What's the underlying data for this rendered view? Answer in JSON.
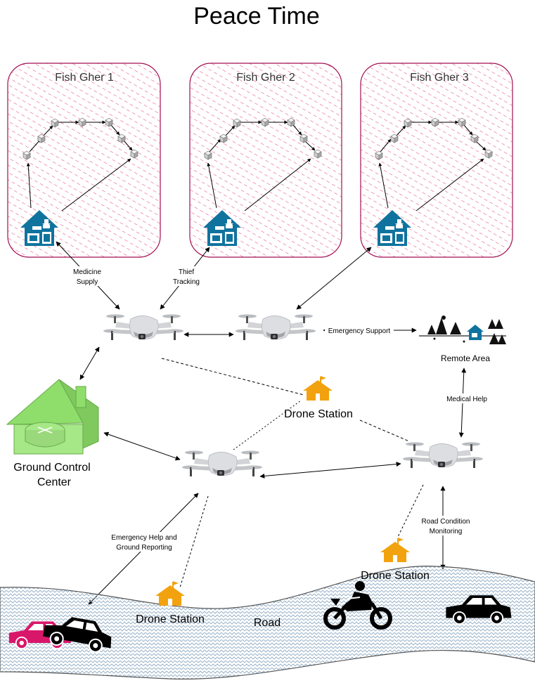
{
  "title": "Peace Time",
  "fish_ghers": [
    {
      "label": "Fish Gher 1"
    },
    {
      "label": "Fish Gher 2"
    },
    {
      "label": "Fish Gher 3"
    }
  ],
  "edge_labels": {
    "medicine_supply": [
      "Medicine",
      "Supply"
    ],
    "thief_tracking": [
      "Thief",
      "Tracking"
    ],
    "emergency_support": "Emergency Support",
    "medical_help": "Medical Help",
    "emergency_help": [
      "Emergency Help and",
      "Ground Reporting"
    ],
    "road_condition": [
      "Road Condition",
      "Monitoring"
    ]
  },
  "nodes": {
    "remote_area": "Remote Area",
    "ground_control": [
      "Ground Control",
      "Center"
    ],
    "drone_station": "Drone Station",
    "road": "Road"
  },
  "colors": {
    "gher_border": "#a30f52",
    "gher_hatch": "#e02266",
    "house_blue": "#10739e",
    "station_orange": "#f2a20f",
    "gcc_green": "#8fde6b",
    "gcc_stroke": "#66a94a",
    "road_wave": "#9ab3c9",
    "red_car": "#d9176a"
  },
  "icons": [
    "sensor-cube-icon",
    "fish-farm-house-icon",
    "drone-icon",
    "drone-station-icon",
    "ground-control-house-icon",
    "remote-area-icon",
    "car-icon",
    "motorcycle-icon"
  ]
}
